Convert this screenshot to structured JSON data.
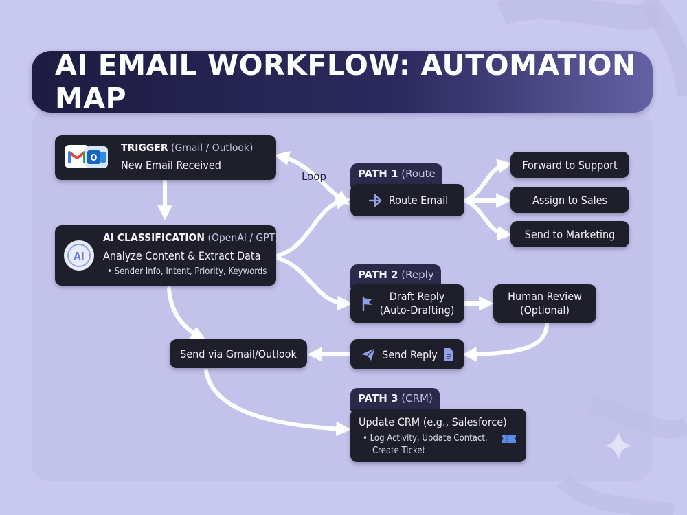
{
  "title": "AI EMAIL WORKFLOW: AUTOMATION MAP",
  "trigger": {
    "title": "TRIGGER",
    "sub": "(Gmail / Outlook)",
    "line2": "New Email Received",
    "icons": [
      "gmail-icon",
      "outlook-icon"
    ]
  },
  "classification": {
    "title": "AI CLASSIFICATION",
    "sub": "(OpenAI / GPT)",
    "line2": "Analyze Content & Extract Data",
    "bullet": "Sender Info, Intent, Priority, Keywords",
    "icon": "ai-brain-icon"
  },
  "loop_label": "Loop",
  "path1": {
    "tag": "PATH 1",
    "tag_sub": "(Route",
    "node": "Route Email",
    "icon": "route-arrows-icon",
    "outputs": [
      "Forward to Support",
      "Assign to Sales",
      "Send to Marketing"
    ]
  },
  "path2": {
    "tag": "PATH 2",
    "tag_sub": "(Reply",
    "draft_line1": "Draft Reply",
    "draft_line2": "(Auto-Drafting)",
    "review_line1": "Human Review",
    "review_line2": "(Optional)",
    "send_reply": "Send Reply",
    "icons": [
      "flag-icon",
      "paper-plane-icon",
      "document-icon"
    ]
  },
  "send_via": "Send via Gmail/Outlook",
  "path3": {
    "tag": "PATH 3",
    "tag_sub": "(CRM)",
    "node": "Update CRM (e.g., Salesforce)",
    "bullet_line1": "Log Activity, Update Contact,",
    "bullet_line2": "Create Ticket",
    "icon": "ticket-icon"
  },
  "colors": {
    "background": "#c9c8ee",
    "node_fill": "#1f1f2b",
    "title_bar": "#1d1c42",
    "accent_icon": "#8fa0e6",
    "arrows": "#ffffff"
  }
}
